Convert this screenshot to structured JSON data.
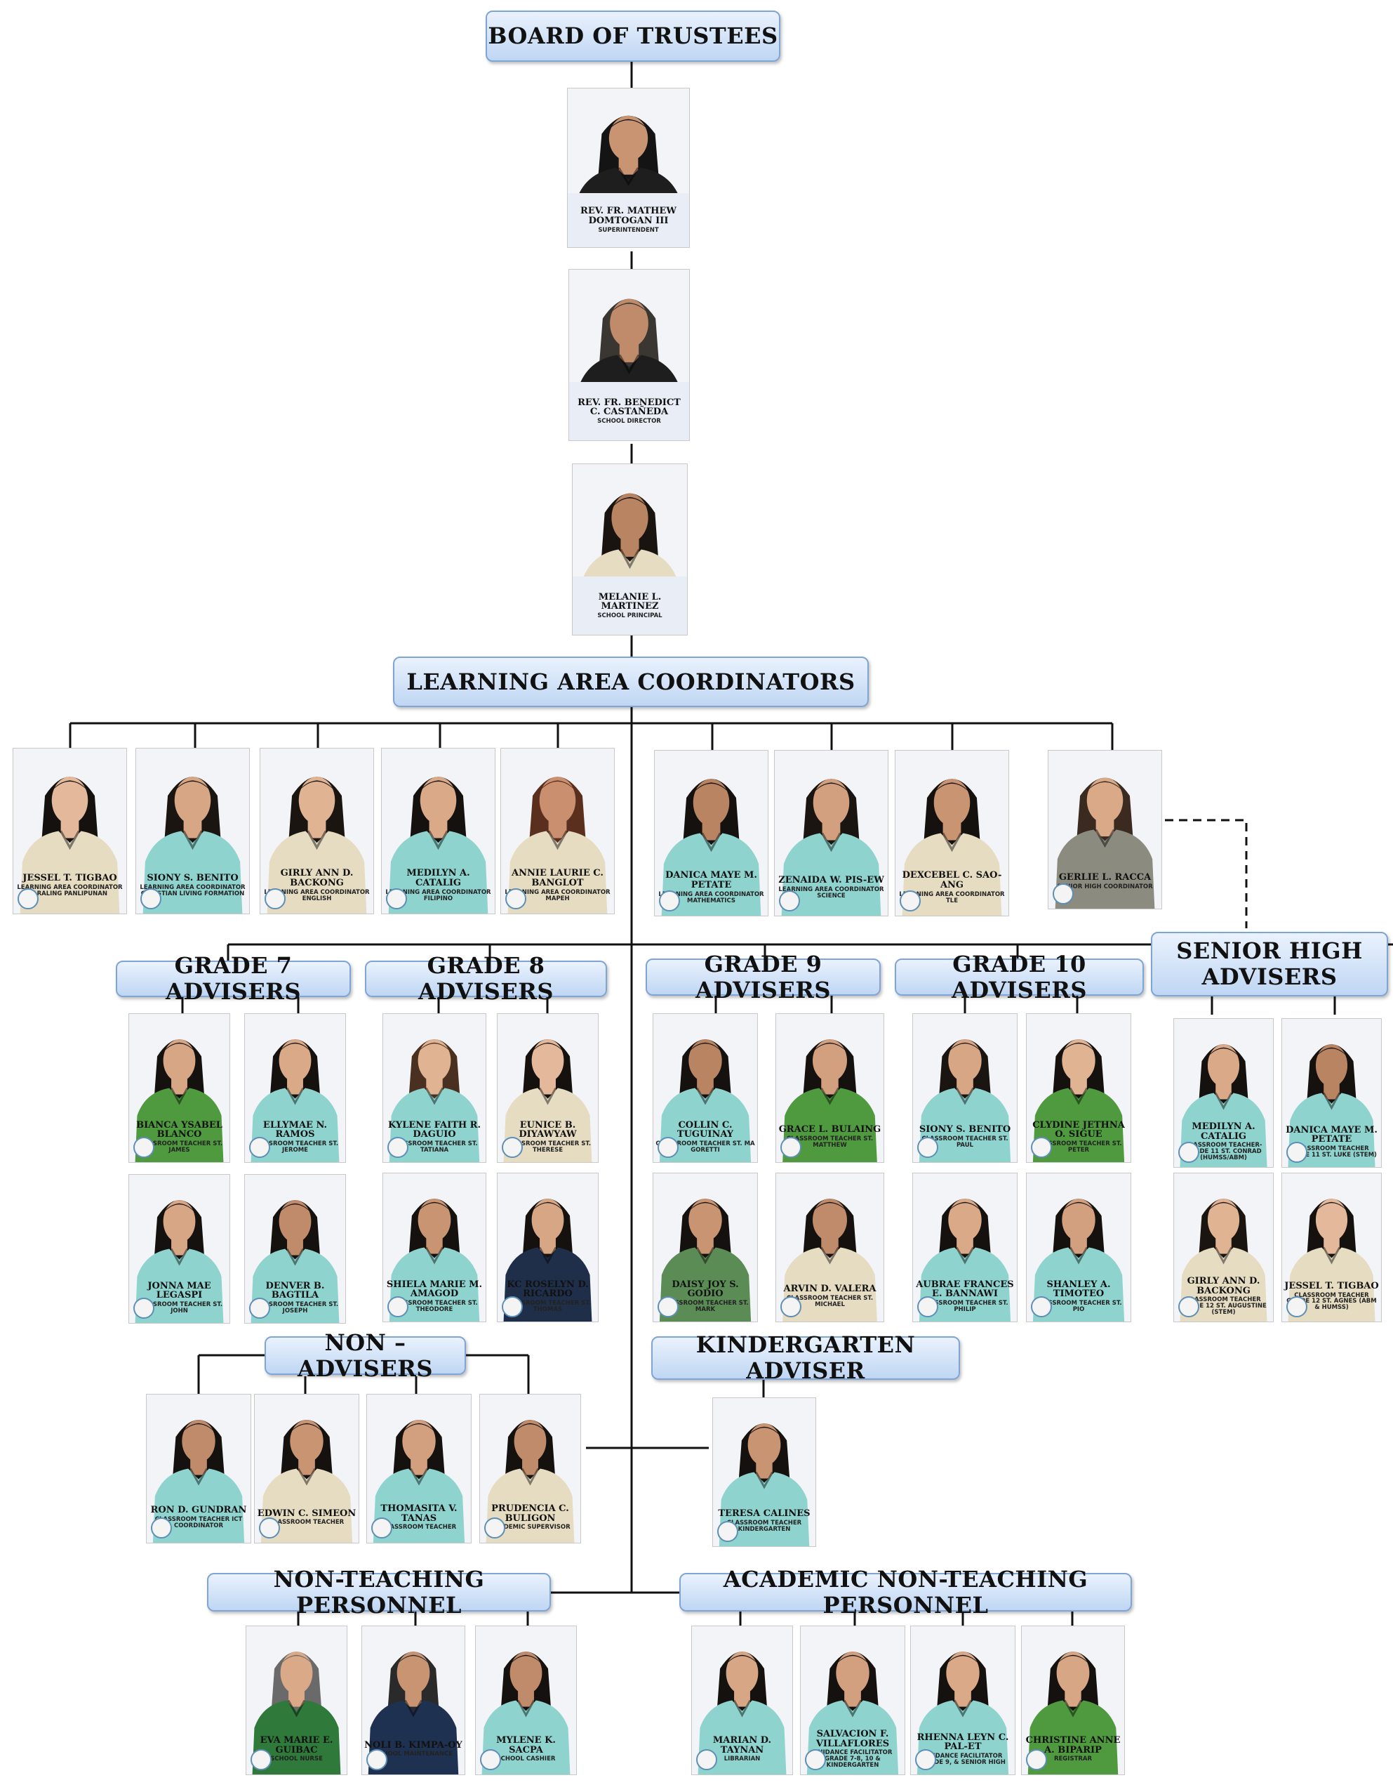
{
  "headers": {
    "board": "BOARD OF TRUSTEES",
    "lac": "LEARNING AREA COORDINATORS",
    "g7": "GRADE 7 ADVISERS",
    "g8": "GRADE 8 ADVISERS",
    "g9": "GRADE 9 ADVISERS",
    "g10": "GRADE 10 ADVISERS",
    "shs": "SENIOR HIGH ADVISERS",
    "non_advisers": "NON – ADVISERS",
    "kinder": "KINDERGARTEN ADVISER",
    "non_teaching": "NON-TEACHING PERSONNEL",
    "academic_non_teaching": "ACADEMIC NON-TEACHING PERSONNEL"
  },
  "leadership": [
    {
      "name": "REV. FR. MATHEW DOMTOGAN III",
      "role": "SUPERINTENDENT",
      "shirt": "#1e1e1e",
      "skin": "#c99472",
      "hair": "#141414"
    },
    {
      "name": "REV. FR. BENEDICT C. CASTAÑEDA",
      "role": "SCHOOL DIRECTOR",
      "shirt": "#1e1e1e",
      "skin": "#c08b6a",
      "hair": "#3a3632"
    },
    {
      "name": "MELANIE L. MARTINEZ",
      "role": "SCHOOL PRINCIPAL",
      "shirt": "#e6dcc2",
      "skin": "#b98462",
      "hair": "#1a1411"
    }
  ],
  "coordinators": [
    {
      "name": "JESSEL T. TIGBAO",
      "role": "LEARNING AREA COORDINATOR ARALING PANLIPUNAN",
      "shirt": "#e6dcc2",
      "skin": "#e4b99b",
      "hair": "#15110f"
    },
    {
      "name": "SIONY S. BENITO",
      "role": "LEARNING AREA COORDINATOR CHRISTIAN LIVING FORMATION",
      "shirt": "#8fd3cf",
      "skin": "#d7a684",
      "hair": "#1b1512"
    },
    {
      "name": "GIRLY ANN D. BACKONG",
      "role": "LEARNING AREA COORDINATOR ENGLISH",
      "shirt": "#e6dcc2",
      "skin": "#e0b393",
      "hair": "#1b1512"
    },
    {
      "name": "MEDILYN A. CATALIG",
      "role": "LEARNING AREA COORDINATOR FILIPINO",
      "shirt": "#8fd3cf",
      "skin": "#d9a988",
      "hair": "#15110f"
    },
    {
      "name": "ANNIE LAURIE C. BANGLOT",
      "role": "LEARNING AREA COORDINATOR MAPEH",
      "shirt": "#e6dcc2",
      "skin": "#c98f6e",
      "hair": "#5a2f1d"
    },
    {
      "name": "DANICA MAYE M. PETATE",
      "role": "LEARNING AREA COORDINATOR MATHEMATICS",
      "shirt": "#8fd3cf",
      "skin": "#b98462",
      "hair": "#15110f"
    },
    {
      "name": "ZENAIDA W. PIS-EW",
      "role": "LEARNING AREA COORDINATOR SCIENCE",
      "shirt": "#8fd3cf",
      "skin": "#d3a07f",
      "hair": "#1b1512"
    },
    {
      "name": "DEXCEBEL C. SAO-ANG",
      "role": "LEARNING AREA COORDINATOR TLE",
      "shirt": "#e6dcc2",
      "skin": "#c99472",
      "hair": "#15110f"
    },
    {
      "name": "GERLIE L. RACCA",
      "role": "SENIOR HIGH COORDINATOR",
      "shirt": "#8b8b80",
      "skin": "#d9a988",
      "hair": "#3a2a20"
    }
  ],
  "grade7": [
    {
      "name": "BIANCA YSABEL BLANCO",
      "role": "CLASSROOM TEACHER ST. JAMES",
      "shirt": "#4f9a3f",
      "skin": "#d7a684",
      "hair": "#15110f"
    },
    {
      "name": "ELLYMAE N. RAMOS",
      "role": "CLASSROOM TEACHER ST. JEROME",
      "shirt": "#8fd3cf",
      "skin": "#d9a988",
      "hair": "#15110f"
    },
    {
      "name": "JONNA MAE LEGASPI",
      "role": "CLASSROOM TEACHER ST. JOHN",
      "shirt": "#8fd3cf",
      "skin": "#d7a684",
      "hair": "#15110f"
    },
    {
      "name": "DENVER B. BAGTILA",
      "role": "CLASSROOM TEACHER ST. JOSEPH",
      "shirt": "#8fd3cf",
      "skin": "#c08b6a",
      "hair": "#15110f"
    }
  ],
  "grade8": [
    {
      "name": "KYLENE FAITH R. DAGUIO",
      "role": "CLASSROOM TEACHER ST. TATIANA",
      "shirt": "#8fd3cf",
      "skin": "#e0b393",
      "hair": "#4a3020"
    },
    {
      "name": "EUNICE B. DIYAWYAW",
      "role": "CLASSROOM TEACHER ST. THERESE",
      "shirt": "#e6dcc2",
      "skin": "#e4b99b",
      "hair": "#15110f"
    },
    {
      "name": "SHIELA MARIE M. AMAGOD",
      "role": "CLASSROOM TEACHER ST. THEODORE",
      "shirt": "#8fd3cf",
      "skin": "#c99472",
      "hair": "#15110f"
    },
    {
      "name": "KC ROSELYN D. RICARDO",
      "role": "CLASSROOM TEACHER ST. THOMAS",
      "shirt": "#1f2f4a",
      "skin": "#d7a684",
      "hair": "#15110f"
    }
  ],
  "grade9": [
    {
      "name": "COLLIN C. TUGUINAY",
      "role": "CLASSROOM TEACHER ST. MA GORETTI",
      "shirt": "#8fd3cf",
      "skin": "#b98462",
      "hair": "#15110f"
    },
    {
      "name": "GRACE L. BULAING",
      "role": "CLASSROOM TEACHER ST. MATTHEW",
      "shirt": "#4f9a3f",
      "skin": "#d3a07f",
      "hair": "#15110f"
    },
    {
      "name": "DAISY JOY S. GODIO",
      "role": "CLASSROOM TEACHER ST. MARK",
      "shirt": "#5c8c55",
      "skin": "#c99472",
      "hair": "#15110f"
    },
    {
      "name": "ARVIN D. VALERA",
      "role": "CLASSROOM TEACHER ST. MICHAEL",
      "shirt": "#e6dcc2",
      "skin": "#c08b6a",
      "hair": "#15110f"
    }
  ],
  "grade10": [
    {
      "name": "SIONY S. BENITO",
      "role": "CLASSROOM TEACHER ST. PAUL",
      "shirt": "#8fd3cf",
      "skin": "#d7a684",
      "hair": "#1b1512"
    },
    {
      "name": "CLYDINE JETHNA O. SIGUE",
      "role": "CLASSROOM TEACHER ST. PETER",
      "shirt": "#4f9a3f",
      "skin": "#e0b393",
      "hair": "#15110f"
    },
    {
      "name": "AUBRAE FRANCES E. BANNAWI",
      "role": "CLASSROOM TEACHER ST. PHILIP",
      "shirt": "#8fd3cf",
      "skin": "#d9a988",
      "hair": "#15110f"
    },
    {
      "name": "SHANLEY A. TIMOTEO",
      "role": "CLASSROOM TEACHER ST. PIO",
      "shirt": "#8fd3cf",
      "skin": "#d3a07f",
      "hair": "#15110f"
    }
  ],
  "senior_high": [
    {
      "name": "MEDILYN A. CATALIG",
      "role": "CLASSROOM TEACHER-GRADE 11 ST. CONRAD (HUMSS/ABM)",
      "shirt": "#8fd3cf",
      "skin": "#d9a988",
      "hair": "#15110f"
    },
    {
      "name": "DANICA MAYE M. PETATE",
      "role": "CLASSROOM TEACHER GRADE 11 ST. LUKE (STEM)",
      "shirt": "#8fd3cf",
      "skin": "#b98462",
      "hair": "#15110f"
    },
    {
      "name": "GIRLY ANN D. BACKONG",
      "role": "CLASSROOM TEACHER GRADE 12 ST. AUGUSTINE (STEM)",
      "shirt": "#e6dcc2",
      "skin": "#e0b393",
      "hair": "#1b1512"
    },
    {
      "name": "JESSEL T. TIGBAO",
      "role": "CLASSROOM TEACHER GRADE 12 ST. AGNES (ABM & HUMSS)",
      "shirt": "#e6dcc2",
      "skin": "#e4b99b",
      "hair": "#15110f"
    }
  ],
  "non_advisers": [
    {
      "name": "RON D. GUNDRAN",
      "role": "CLASSROOM TEACHER ICT COORDINATOR",
      "shirt": "#8fd3cf",
      "skin": "#c08b6a",
      "hair": "#15110f"
    },
    {
      "name": "EDWIN C. SIMEON",
      "role": "CLASSROOM TEACHER",
      "shirt": "#e6dcc2",
      "skin": "#c99472",
      "hair": "#15110f"
    },
    {
      "name": "THOMASITA V. TANAS",
      "role": "CLASSROOM TEACHER",
      "shirt": "#8fd3cf",
      "skin": "#d3a07f",
      "hair": "#15110f"
    },
    {
      "name": "PRUDENCIA C. BULIGON",
      "role": "ACADEMIC SUPERVISOR",
      "shirt": "#e6dcc2",
      "skin": "#c08b6a",
      "hair": "#15110f"
    }
  ],
  "kindergarten": [
    {
      "name": "TERESA CALINES",
      "role": "CLASSROOM TEACHER KINDERGARTEN",
      "shirt": "#8fd3cf",
      "skin": "#c99472",
      "hair": "#15110f"
    }
  ],
  "non_teaching": [
    {
      "name": "EVA MARIE E. GUIBAC",
      "role": "SCHOOL NURSE",
      "shirt": "#2f7a3a",
      "skin": "#d9a988",
      "hair": "#6a6a6a"
    },
    {
      "name": "NOLI B. KIMPA-OY",
      "role": "SCHOOL MAINTENANCE",
      "shirt": "#1f3150",
      "skin": "#c99472",
      "hair": "#2a2a2a"
    },
    {
      "name": "MYLENE K. SACPA",
      "role": "SCHOOL CASHIER",
      "shirt": "#8fd3cf",
      "skin": "#c08b6a",
      "hair": "#15110f"
    }
  ],
  "academic_non_teaching": [
    {
      "name": "MARIAN D. TAYNAN",
      "role": "LIBRARIAN",
      "shirt": "#8fd3cf",
      "skin": "#d7a684",
      "hair": "#15110f"
    },
    {
      "name": "SALVACION F. VILLAFLORES",
      "role": "GUIDANCE FACILITATOR GRADE 7-8, 10 & KINDERGARTEN",
      "shirt": "#8fd3cf",
      "skin": "#d3a07f",
      "hair": "#15110f"
    },
    {
      "name": "RHENNA LEYN C. PAL-ET",
      "role": "GUIDANCE FACILITATOR GRADE 9, & SENIOR HIGH",
      "shirt": "#8fd3cf",
      "skin": "#d9a988",
      "hair": "#15110f"
    },
    {
      "name": "CHRISTINE ANNE A. BIPARIP",
      "role": "REGISTRAR",
      "shirt": "#4f9a3f",
      "skin": "#d7a684",
      "hair": "#15110f"
    }
  ]
}
